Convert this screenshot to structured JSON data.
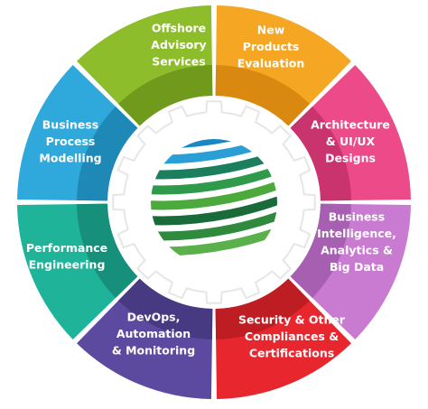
{
  "segments": [
    {
      "id": "offshore",
      "lines": [
        "Offshore",
        "Advisory",
        "Services"
      ],
      "color": "#8ebd2c",
      "inner": "#6f9a1c"
    },
    {
      "id": "new-products",
      "lines": [
        "New",
        "Products",
        "Evaluation"
      ],
      "color": "#f5a623",
      "inner": "#d98910"
    },
    {
      "id": "architecture",
      "lines": [
        "Architecture",
        "& UI/UX",
        "Designs"
      ],
      "color": "#ec4a88",
      "inner": "#c9346f"
    },
    {
      "id": "bi",
      "lines": [
        "Business",
        "Intelligence,",
        "Analytics &",
        "Big Data"
      ],
      "color": "#c97bd1",
      "inner": "#a75fb2"
    },
    {
      "id": "security",
      "lines": [
        "Security & Other",
        "Compliances &",
        "Certifications"
      ],
      "color": "#e8262e",
      "inner": "#bf1d24"
    },
    {
      "id": "devops",
      "lines": [
        "DevOps,",
        "Automation",
        "& Monitoring"
      ],
      "color": "#5b4aa0",
      "inner": "#473a82"
    },
    {
      "id": "performance",
      "lines": [
        "Performance",
        "Engineering"
      ],
      "color": "#1fb39a",
      "inner": "#168f7b"
    },
    {
      "id": "bpm",
      "lines": [
        "Business",
        "Process",
        "Modelling"
      ],
      "color": "#2fa9dc",
      "inner": "#1e89b7"
    }
  ],
  "icons": {
    "center": "globe-stripes-icon",
    "gear": "gear-icon"
  }
}
